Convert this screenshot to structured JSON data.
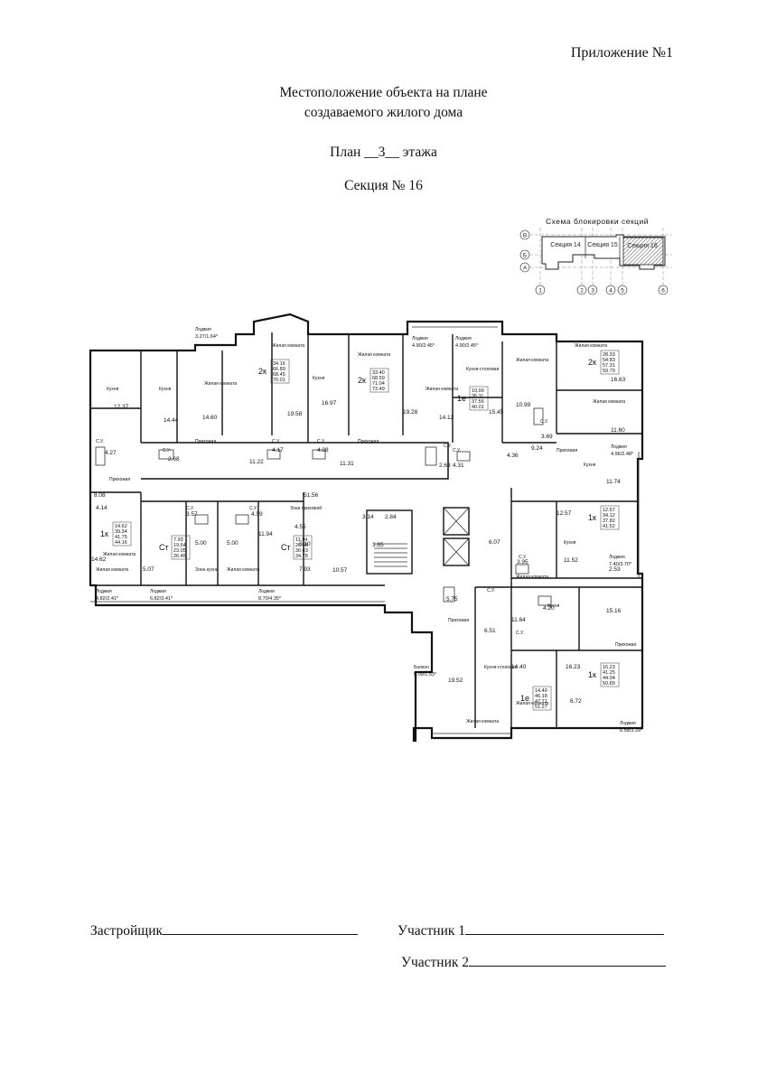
{
  "header": {
    "appendix": "Приложение №1",
    "title_line1": "Местоположение объекта на плане",
    "title_line2": "создаваемого жилого дома",
    "plan_prefix": "План __",
    "plan_floor": "3",
    "plan_suffix": "__ этажа",
    "section": "Секция № 16"
  },
  "scheme": {
    "title": "Схема блокировки секций",
    "rows": [
      "В",
      "Б",
      "А"
    ],
    "sections": [
      "Секция 14",
      "Секция 15",
      "Секция 16"
    ],
    "highlighted": "Секция 16",
    "axes": [
      "1",
      "2",
      "3",
      "4",
      "5",
      "6"
    ]
  },
  "plan": {
    "rooms": [
      {
        "text": "Кухня"
      },
      {
        "text": "12.37"
      },
      {
        "text": "Кухня"
      },
      {
        "text": "14.44"
      },
      {
        "text": "Жилая комната"
      },
      {
        "text": "14.60"
      },
      {
        "text": "Жилая комната"
      },
      {
        "text": "19.58"
      },
      {
        "text": "Кухня"
      },
      {
        "text": "16.97"
      },
      {
        "text": "Жилая комната"
      },
      {
        "text": "19.28"
      },
      {
        "text": "Жилая комната"
      },
      {
        "text": "14.12"
      },
      {
        "text": "Кухня-столовая"
      },
      {
        "text": "15.45"
      },
      {
        "text": "Жилая комната"
      },
      {
        "text": "10.99"
      },
      {
        "text": "Жилая комната"
      },
      {
        "text": "16.63"
      },
      {
        "text": "Жилая комната"
      },
      {
        "text": "11.60"
      },
      {
        "text": "С.У."
      },
      {
        "text": "4.27"
      },
      {
        "text": "С.У."
      },
      {
        "text": "2.68"
      },
      {
        "text": "Прихожая"
      },
      {
        "text": "11.22"
      },
      {
        "text": "С.У."
      },
      {
        "text": "4.17"
      },
      {
        "text": "С.У."
      },
      {
        "text": "4.28"
      },
      {
        "text": "Прихожая"
      },
      {
        "text": "11.31"
      },
      {
        "text": "С.У."
      },
      {
        "text": "2.63"
      },
      {
        "text": "С.У."
      },
      {
        "text": "4.31"
      },
      {
        "text": "4.36"
      },
      {
        "text": "С.У."
      },
      {
        "text": "3.69"
      },
      {
        "text": "9.24"
      },
      {
        "text": "Прихожая"
      },
      {
        "text": "Кухня"
      },
      {
        "text": "11.74"
      },
      {
        "text": "Прихожая"
      },
      {
        "text": "8.08"
      },
      {
        "text": "51.56"
      },
      {
        "text": "С.У."
      },
      {
        "text": "3.57"
      },
      {
        "text": "С.У."
      },
      {
        "text": "4.59"
      },
      {
        "text": "Зона прихожей"
      },
      {
        "text": "4.55"
      },
      {
        "text": "3.14"
      },
      {
        "text": "2.84"
      },
      {
        "text": "4.14"
      },
      {
        "text": "Жилая комната"
      },
      {
        "text": "14.62"
      },
      {
        "text": "Жилая комната"
      },
      {
        "text": "5.00"
      },
      {
        "text": "Зона кухни"
      },
      {
        "text": "5.00"
      },
      {
        "text": "Жилая комната"
      },
      {
        "text": "11.94"
      },
      {
        "text": "7.93"
      },
      {
        "text": "5.07"
      },
      {
        "text": "3.10"
      },
      {
        "text": "3.65"
      },
      {
        "text": "10.57"
      },
      {
        "text": "6.07"
      },
      {
        "text": "С.У."
      },
      {
        "text": "3.95"
      },
      {
        "text": "Жилая комната"
      },
      {
        "text": "12.57"
      },
      {
        "text": "Кухня"
      },
      {
        "text": "11.52"
      },
      {
        "text": "2.53"
      },
      {
        "text": "С.У."
      },
      {
        "text": "5.75"
      },
      {
        "text": "Прихожая"
      },
      {
        "text": "11.64"
      },
      {
        "text": "С.У."
      },
      {
        "text": "4.20"
      },
      {
        "text": "Кухня"
      },
      {
        "text": "15.16"
      },
      {
        "text": "Прихожая"
      },
      {
        "text": "6.51"
      },
      {
        "text": "Кухня-столовая"
      },
      {
        "text": "19.52"
      },
      {
        "text": "Жилая комната"
      },
      {
        "text": "14.40"
      },
      {
        "text": "Жилая комната"
      },
      {
        "text": "16.23"
      },
      {
        "text": "6.72"
      }
    ],
    "loggias": [
      {
        "text": "Лоджия",
        "area": "4.82/2.41*"
      },
      {
        "text": "Лоджия",
        "area": "6.82/3.41*"
      },
      {
        "text": "Лоджия",
        "area": "8.70/4.35*"
      },
      {
        "text": "Лоджия",
        "area": "3.27/1.64*"
      },
      {
        "text": "Лоджия",
        "area": "4.90/2.45*"
      },
      {
        "text": "Лоджия",
        "area": "4.90/2.45*"
      },
      {
        "text": "Лоджия",
        "area": "4.96/2.48*"
      },
      {
        "text": "Лоджия",
        "area": "7.40/3.70*"
      },
      {
        "text": "Балкон",
        "area": "5.09/1.53*"
      },
      {
        "text": "Лоджия",
        "area": "6.58/3.29*"
      }
    ],
    "apartments": [
      {
        "type": "2к",
        "areas": [
          "34.16",
          "66.89",
          "68.45",
          "70.01"
        ]
      },
      {
        "type": "2к",
        "areas": [
          "33.40",
          "68.59",
          "71.04",
          "73.49"
        ]
      },
      {
        "type": "1е",
        "areas": [
          "10.99",
          "35.11",
          "37.56",
          "40.01"
        ]
      },
      {
        "type": "2к",
        "areas": [
          "28.33",
          "54.83",
          "57.31",
          "59.79"
        ]
      },
      {
        "type": "1к",
        "areas": [
          "14.62",
          "39.34",
          "41.75",
          "44.16"
        ]
      },
      {
        "type": "Ст",
        "areas": [
          "7.93",
          "19.64",
          "23.05",
          "26.46"
        ]
      },
      {
        "type": "Ст",
        "areas": [
          "11.94",
          "26.08",
          "30.43",
          "34.78"
        ]
      },
      {
        "type": "1к",
        "areas": [
          "12.57",
          "34.12",
          "37.82",
          "41.52"
        ]
      },
      {
        "type": "1е",
        "areas": [
          "14.40",
          "46.18",
          "47.71",
          "51.27"
        ]
      },
      {
        "type": "1к",
        "areas": [
          "16.23",
          "41.25",
          "44.04",
          "50.89"
        ]
      }
    ]
  },
  "signatures": {
    "developer": "Застройщик",
    "participant1": "Участник 1",
    "participant2": "Участник 2"
  }
}
